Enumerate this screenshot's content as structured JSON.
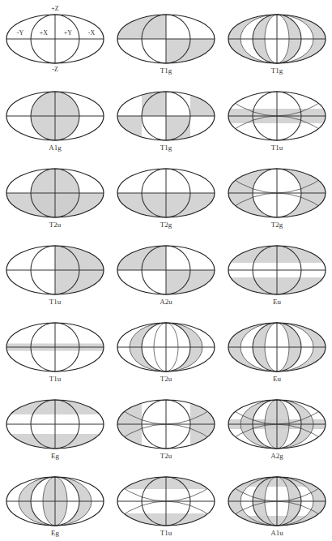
{
  "diagram": {
    "labels": [
      "+Z",
      "-Y",
      "+X",
      "+Y",
      "-X",
      "-Z",
      "T1g",
      "T1g",
      "A1g",
      "T1g",
      "T1u",
      "T2u",
      "T2g",
      "T2g",
      "T1u",
      "A2u",
      "Eu",
      "T1u",
      "T2u",
      "Eu",
      "Eg",
      "T2u",
      "A2g",
      "Eg",
      "T1u",
      "A1u"
    ]
  }
}
